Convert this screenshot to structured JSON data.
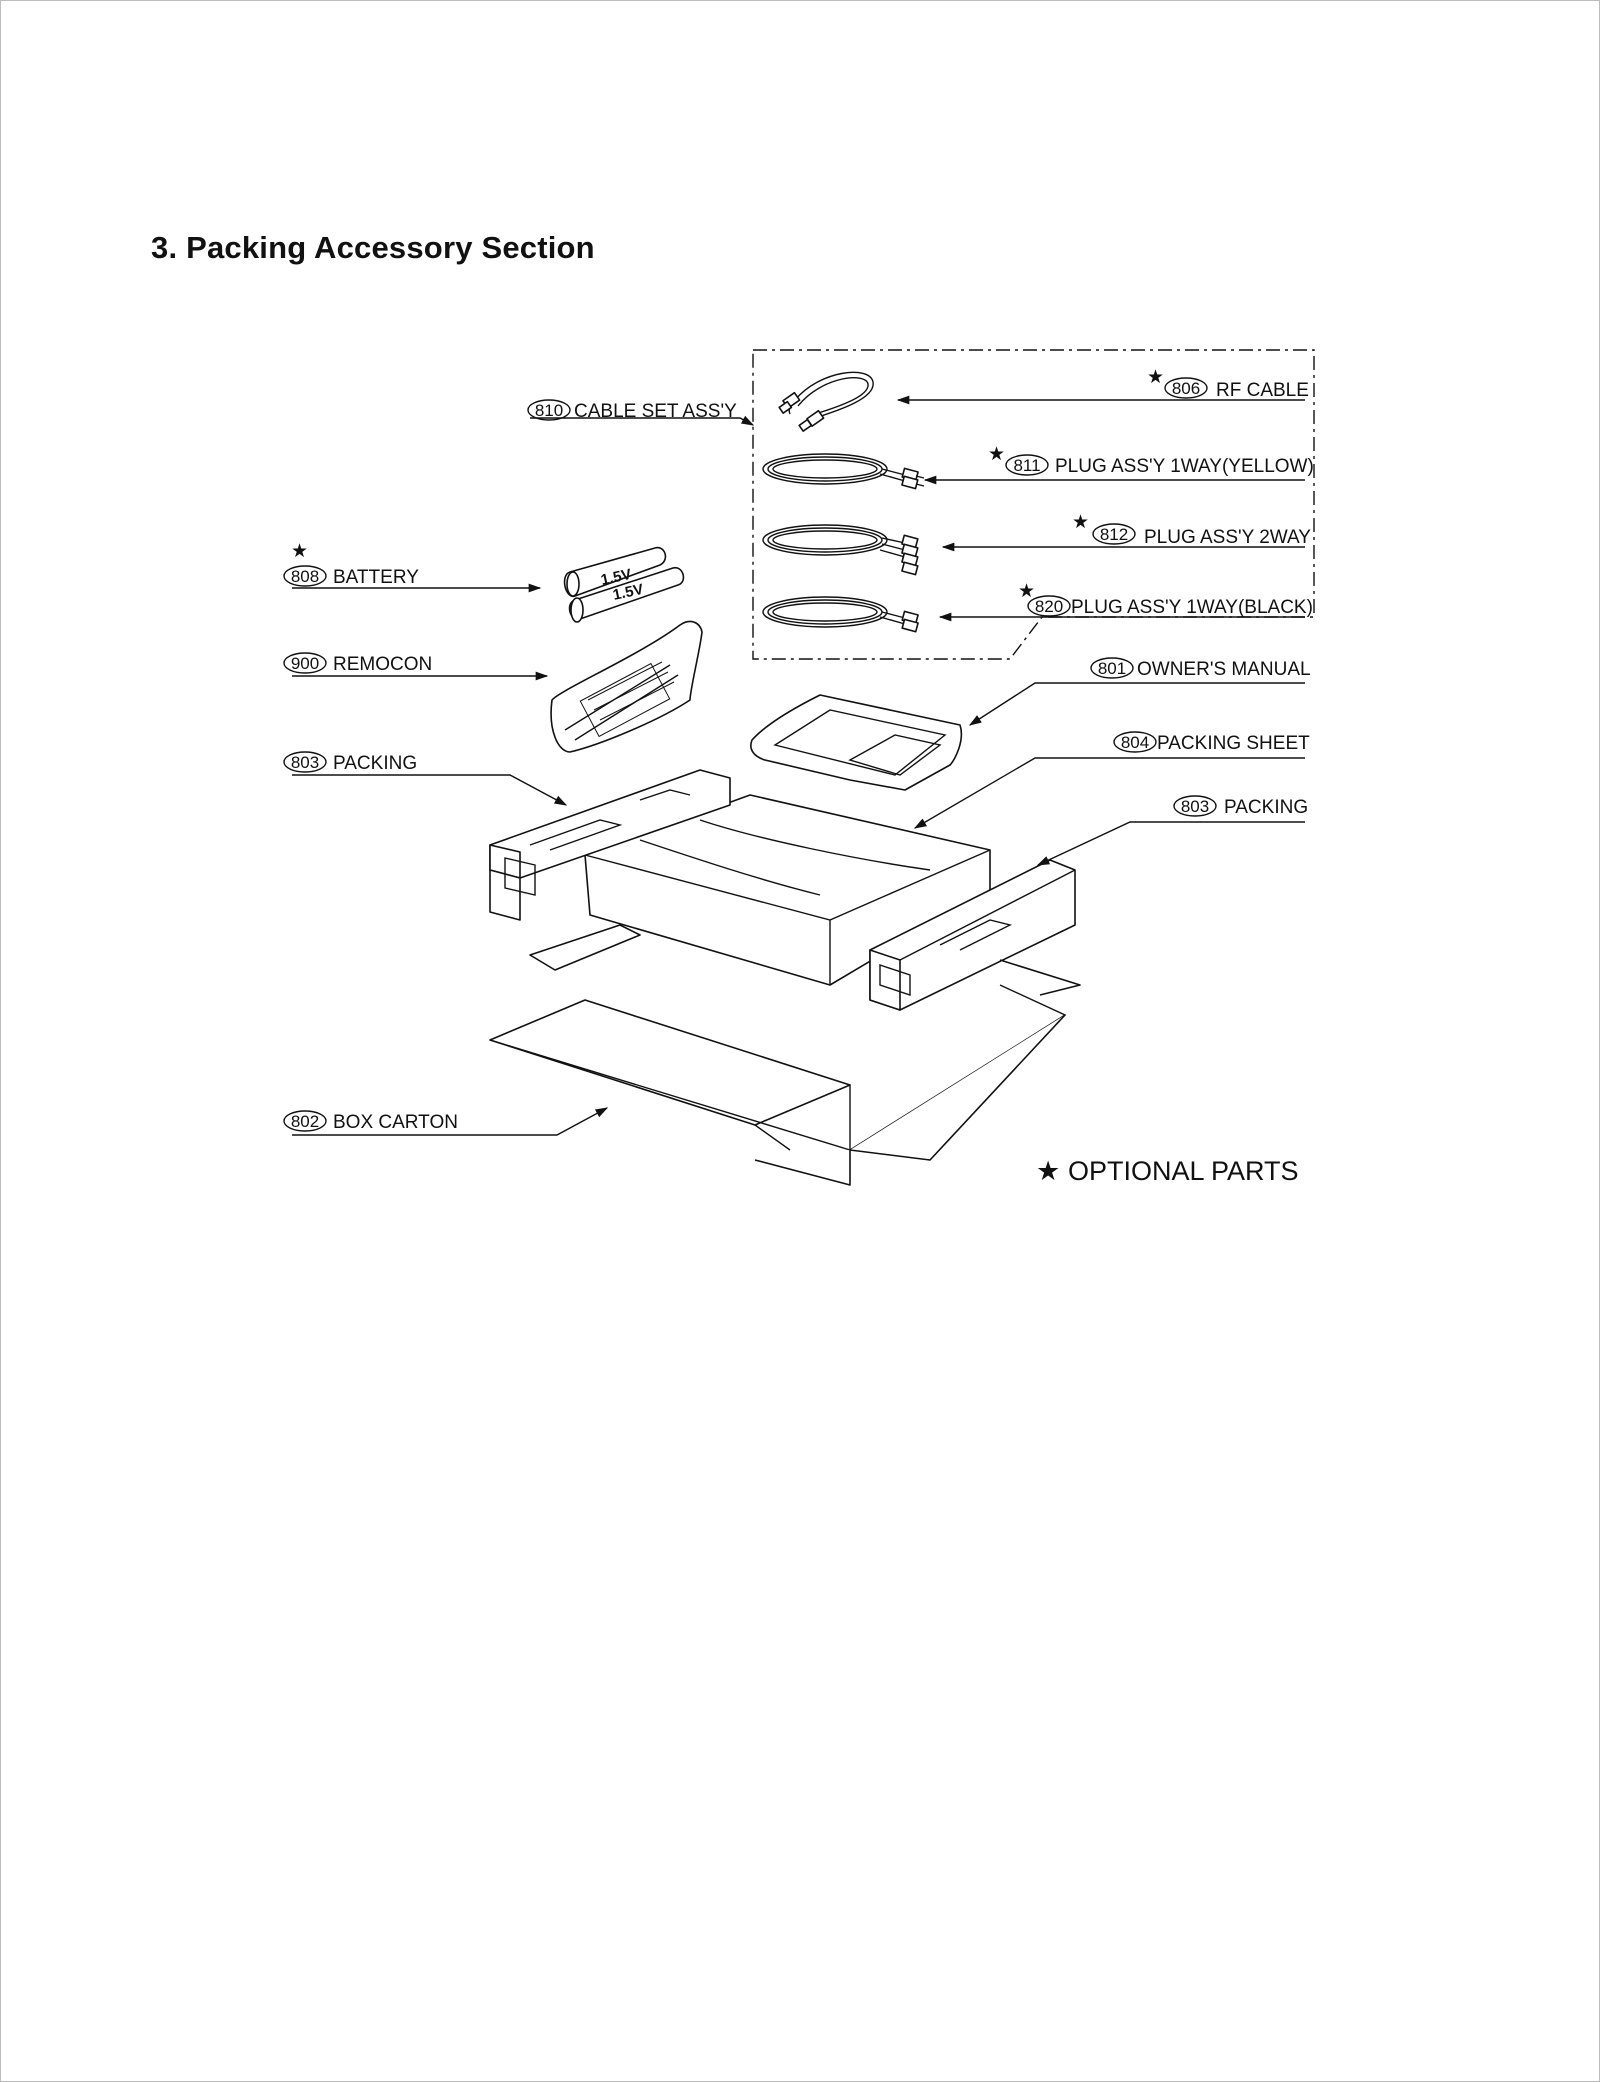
{
  "title": "3. Packing Accessory Section",
  "parts": [
    {
      "num": "810",
      "label": "CABLE SET ASS'Y",
      "optional": false
    },
    {
      "num": "806",
      "label": "RF CABLE",
      "optional": true
    },
    {
      "num": "811",
      "label": "PLUG ASS'Y 1WAY(YELLOW)",
      "optional": true
    },
    {
      "num": "812",
      "label": "PLUG ASS'Y 2WAY",
      "optional": true
    },
    {
      "num": "820",
      "label": "PLUG ASS'Y 1WAY(BLACK)",
      "optional": true
    },
    {
      "num": "808",
      "label": "BATTERY",
      "optional": true
    },
    {
      "num": "900",
      "label": "REMOCON",
      "optional": false
    },
    {
      "num": "801",
      "label": "OWNER'S MANUAL",
      "optional": false
    },
    {
      "num": "804",
      "label": "PACKING SHEET",
      "optional": false
    },
    {
      "num": "803",
      "label": "PACKING",
      "optional": false
    },
    {
      "num": "803",
      "label": "PACKING",
      "optional": false
    },
    {
      "num": "802",
      "label": "BOX CARTON",
      "optional": false
    }
  ],
  "battery_marking": "1.5V",
  "legend": {
    "symbol": "★",
    "text": "OPTIONAL PARTS"
  }
}
